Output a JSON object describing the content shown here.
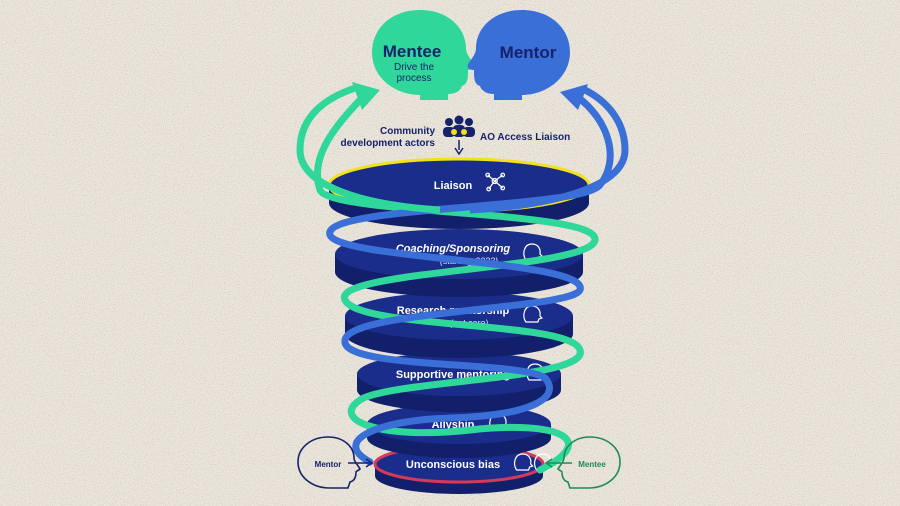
{
  "heads": {
    "mentee": {
      "title": "Mentee",
      "subtitle_line1": "Drive the",
      "subtitle_line2": "process",
      "color": "#2fd89a"
    },
    "mentor": {
      "title": "Mentor",
      "color": "#3a6fd8"
    }
  },
  "actors": {
    "community_line1": "Community",
    "community_line2": "development actors",
    "ao_access": "AO Access Liaison"
  },
  "layers": [
    {
      "label": "Liaison",
      "sublabel": "",
      "icon": "network-icon",
      "italic": false
    },
    {
      "label": "Coaching/Sponsoring",
      "sublabel": "(starting 2023)",
      "icon": "lightbulb-head-icon",
      "italic": true
    },
    {
      "label": "Research mentorship",
      "sublabel": "(not core)",
      "icon": "research-head-icon",
      "italic": false
    },
    {
      "label": "Supportive mentoring",
      "sublabel": "",
      "icon": "hand-person-icon",
      "italic": false
    },
    {
      "label": "Allyship",
      "sublabel": "",
      "icon": "head-profile-icon",
      "italic": false
    },
    {
      "label": "Unconscious bias",
      "sublabel": "",
      "icon": "masks-icon",
      "italic": false
    }
  ],
  "small_heads": {
    "left": "Mentor",
    "right": "Mentee"
  },
  "colors": {
    "disc": "#12206b",
    "disc_top": "#1a2d8a",
    "green_spiral": "#2fd89a",
    "blue_spiral": "#3a6fd8",
    "top_rim": "#f2e21a",
    "bottom_rim": "#d63a5a",
    "navy_text": "#16236b"
  }
}
